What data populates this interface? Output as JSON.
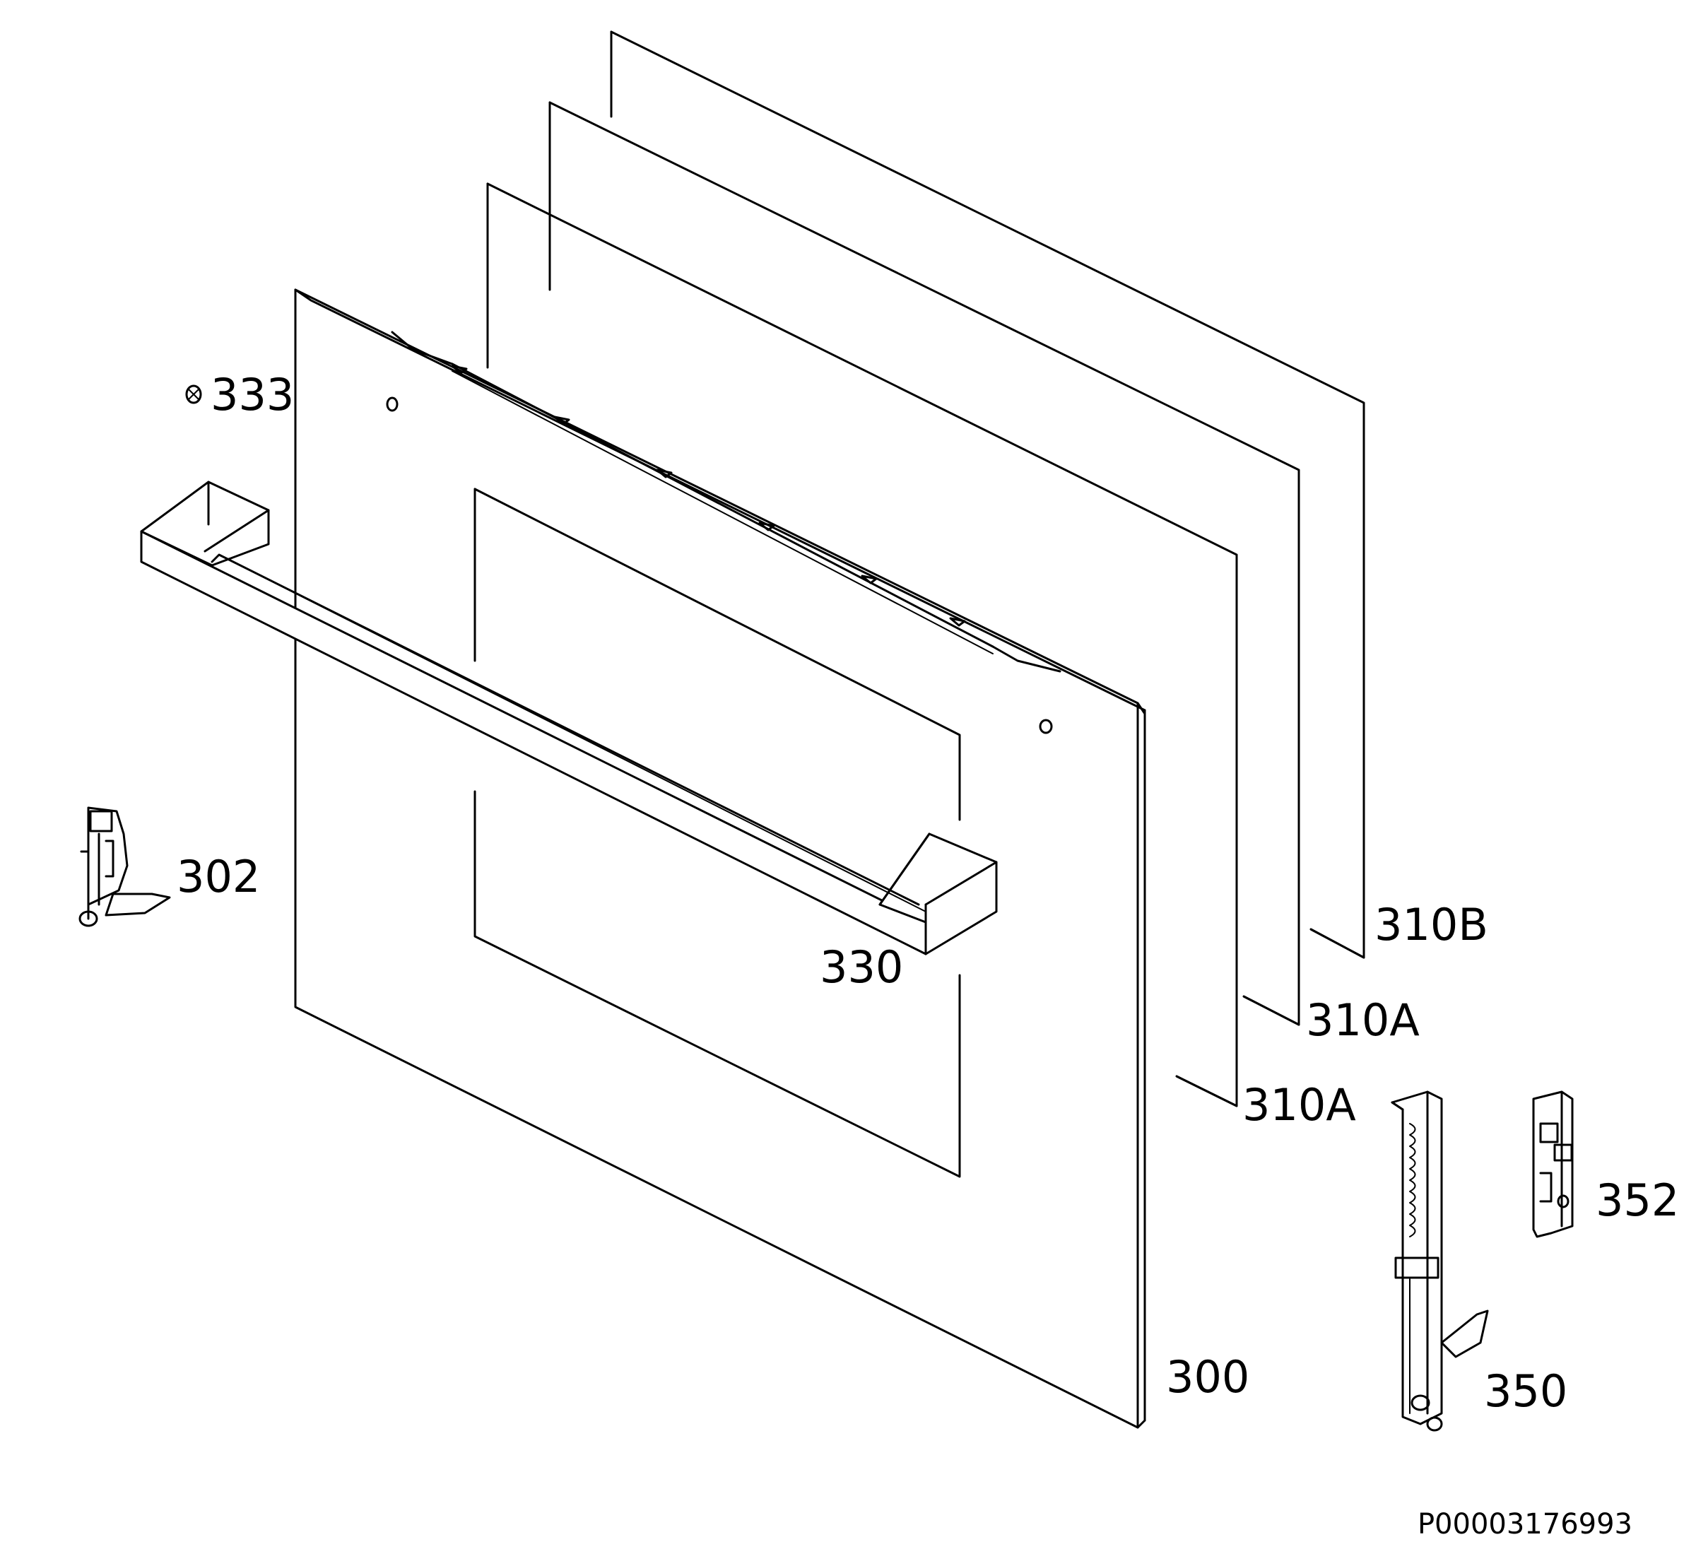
{
  "diagram": {
    "callouts": {
      "glass_outer": "310B",
      "glass_middle": "310A",
      "glass_inner": "310A",
      "door_panel": "300",
      "screw": "333",
      "handle": "330",
      "bracket_left": "302",
      "hinge": "350",
      "hinge_receiver": "352"
    },
    "document_id": "P00003176993"
  }
}
